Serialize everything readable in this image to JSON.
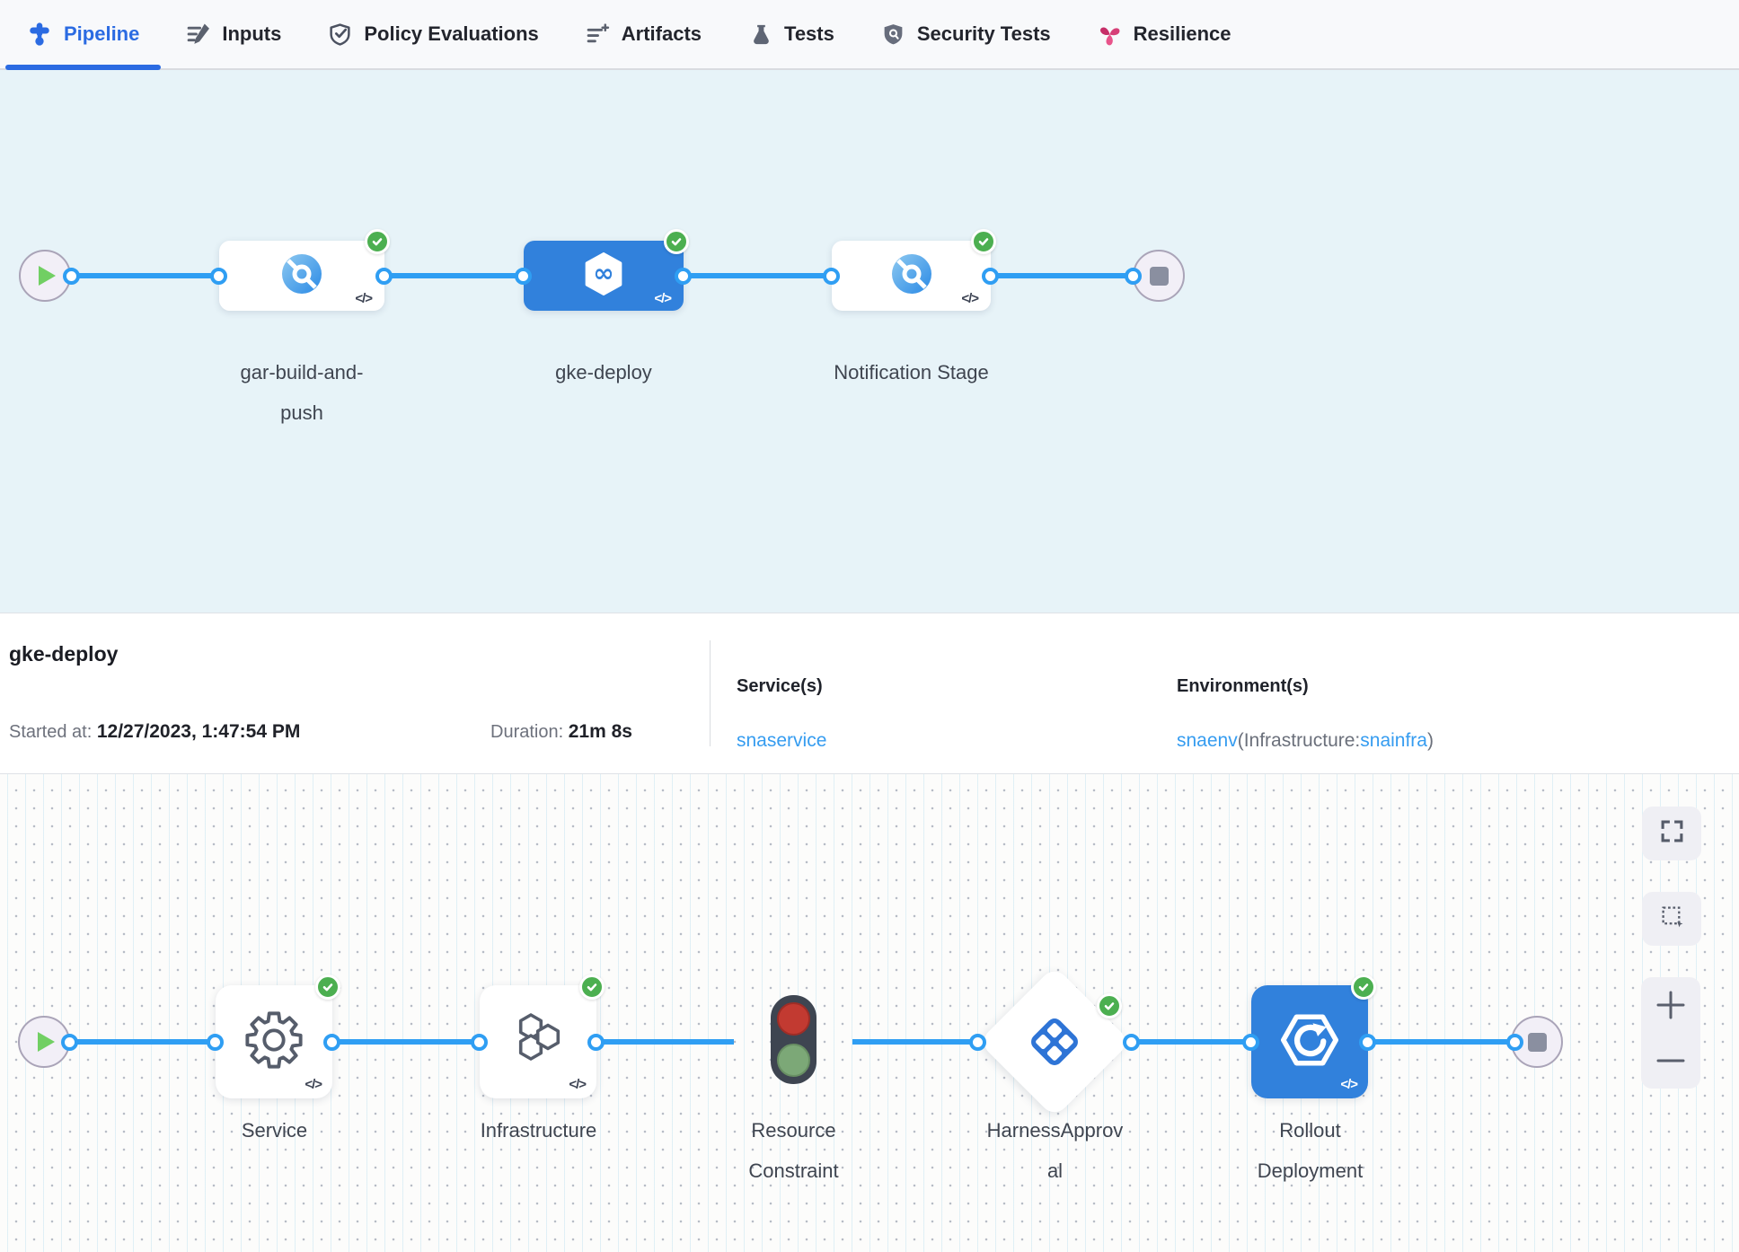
{
  "tabs": {
    "items": [
      {
        "label": "Pipeline",
        "icon": "pipeline-icon",
        "active": true
      },
      {
        "label": "Inputs",
        "icon": "inputs-icon",
        "active": false
      },
      {
        "label": "Policy Evaluations",
        "icon": "shield-check-icon",
        "active": false
      },
      {
        "label": "Artifacts",
        "icon": "list-plus-icon",
        "active": false
      },
      {
        "label": "Tests",
        "icon": "flask-icon",
        "active": false
      },
      {
        "label": "Security Tests",
        "icon": "security-shield-icon",
        "active": false
      },
      {
        "label": "Resilience",
        "icon": "chaos-pinwheel-icon",
        "active": false
      }
    ]
  },
  "stage_pipeline": {
    "code_badge": "</>",
    "stages": [
      {
        "name": "gar-build-and-push",
        "type": "build-stage",
        "status": "success",
        "selected": false
      },
      {
        "name": "gke-deploy",
        "type": "deploy-stage",
        "status": "success",
        "selected": true
      },
      {
        "name": "Notification Stage",
        "type": "custom-stage",
        "status": "success",
        "selected": false
      }
    ]
  },
  "details": {
    "title": "gke-deploy",
    "started_label": "Started at:",
    "started_value": "12/27/2023, 1:47:54 PM",
    "duration_label": "Duration:",
    "duration_value": "21m 8s",
    "services_label": "Service(s)",
    "service_link": "snaservice",
    "environments_label": "Environment(s)",
    "env_link": "snaenv",
    "env_infra_prefix": "(Infrastructure:",
    "env_infra_link": "snainfra",
    "env_suffix": ")"
  },
  "execution": {
    "steps": [
      {
        "name": "Service",
        "type": "service-step",
        "status": "success"
      },
      {
        "name": "Infrastructure",
        "type": "infrastructure-step",
        "status": "success"
      },
      {
        "name": "Resource Constraint",
        "type": "resource-constraint-step",
        "status": "none"
      },
      {
        "name": "HarnessApproval",
        "type": "approval-step",
        "status": "success"
      },
      {
        "name": "Rollout Deployment",
        "type": "rollout-deployment-step",
        "status": "success"
      }
    ],
    "controls": [
      "fullscreen-icon",
      "marquee-select-icon",
      "zoom-in-icon",
      "zoom-out-icon"
    ]
  },
  "colors": {
    "accent_blue": "#2b6be2",
    "connector_blue": "#2f9ef3",
    "card_blue": "#3181dc",
    "link_blue": "#359cf0",
    "success_green": "#4caf50",
    "play_green": "#71cf63",
    "stage_section_bg": "#e7f3f8",
    "chaos_pink": "#d63f77"
  }
}
